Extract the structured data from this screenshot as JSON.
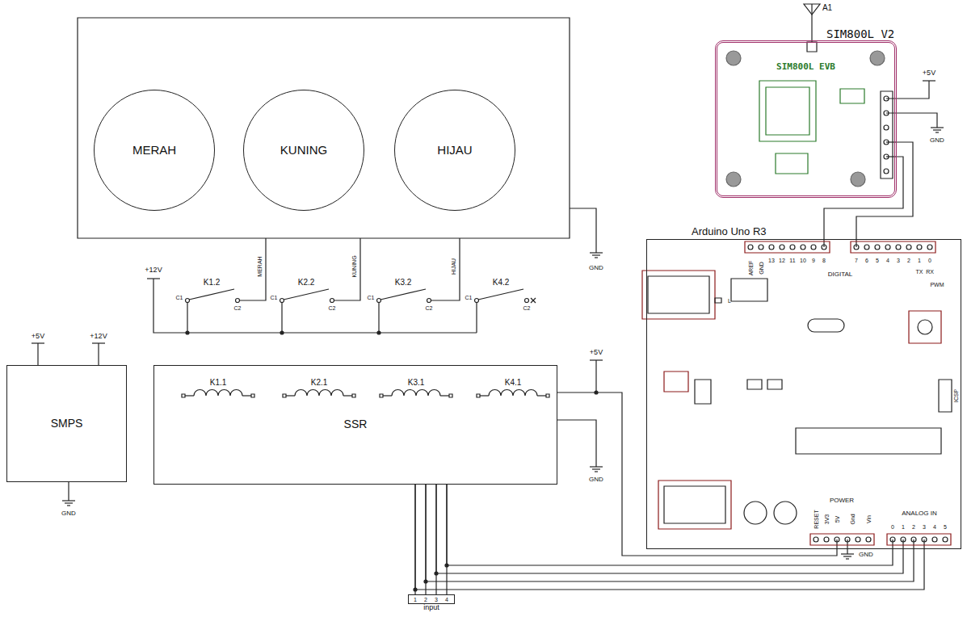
{
  "diagram": {
    "nodes": [
      {
        "text": [
          "MERAH"
        ]
      },
      {
        "text": [
          "KUNING"
        ]
      },
      {
        "text": [
          "HIJAU"
        ]
      },
      {
        "text": [
          "SIM800L V2",
          "SIM800L EVB"
        ]
      },
      {
        "text": [
          "Arduino Uno R3"
        ]
      },
      {
        "text": [
          "SMPS"
        ]
      },
      {
        "text": [
          "SSR"
        ]
      },
      {
        "text": [
          "input"
        ]
      }
    ],
    "edges": [
      {
        "from": 3,
        "to": 4,
        "arrow": "none"
      },
      {
        "from": 3,
        "to": 4,
        "arrow": "none"
      },
      {
        "from": 4,
        "to": 6,
        "arrow": "none"
      },
      {
        "from": 4,
        "to": 6,
        "arrow": "none"
      },
      {
        "from": 4,
        "to": 6,
        "arrow": "none"
      },
      {
        "from": 4,
        "to": 6,
        "arrow": "none"
      },
      {
        "from": 7,
        "to": 6,
        "arrow": "none"
      },
      {
        "from": 7,
        "to": 6,
        "arrow": "none"
      },
      {
        "from": 7,
        "to": 6,
        "arrow": "none"
      },
      {
        "from": 7,
        "to": 6,
        "arrow": "none"
      },
      {
        "from": 4,
        "to": 6,
        "arrow": "none"
      }
    ],
    "labels": [
      "A1",
      "+5V",
      "GND",
      "GND",
      "+12V",
      "K1.2",
      "C1",
      "C2",
      "K2.2",
      "C1",
      "C2",
      "K3.2",
      "C1",
      "C2",
      "K4.2",
      "C1",
      "C2",
      "MERAH",
      "KUNING",
      "HIJAU",
      "+5V",
      "+12V",
      "GND",
      "K1.1",
      "K2.1",
      "K3.1",
      "K4.1",
      "+5V",
      "GND",
      "GND",
      "1",
      "2",
      "3",
      "4",
      "DIGITAL",
      "AREF",
      "GND",
      "13",
      "12",
      "11",
      "10",
      "9",
      "8",
      "7",
      "6",
      "5",
      "4",
      "3",
      "2",
      "1",
      "0",
      "TX",
      "RX",
      "PWM",
      "ICSP",
      "RESET",
      "3V3",
      "5V",
      "Gnd",
      "Vin",
      "POWER",
      "ANALOG IN",
      "0",
      "1",
      "2",
      "3",
      "4",
      "5",
      "L"
    ]
  }
}
